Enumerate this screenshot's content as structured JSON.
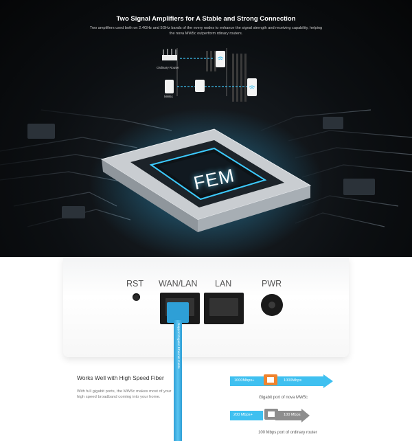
{
  "amplifiers": {
    "title": "Two Signal Amplifiers for A Stable and Strong Connection",
    "description": "Two amplifiers used both on 2.4GHz and 5GHz bands of the every nodes to enhance the signal strength and receiving capability, helping the nova MW5c outperform rdinary routers.",
    "diagram": {
      "ordinary_router_label": "Ordinary Router",
      "mw5c_label": "MW5c"
    },
    "chip_label": "FEM"
  },
  "device": {
    "ports": {
      "rst": "RST",
      "wan_lan": "WAN/LAN",
      "lan": "LAN",
      "pwr": "PWR"
    },
    "cable_text": "Support Gigabit Ethernet Cable"
  },
  "feature": {
    "title": "Works Well with High Speed Fiber",
    "description": "With full gigabit ports, the MW5c makes most of your high speed broadband coming into your home."
  },
  "comparison": {
    "gigabit": {
      "input": "1000Mbps+",
      "output": "1000Mbps",
      "caption": "Gigabit port of nova MW5c",
      "color": "#3fc0f0"
    },
    "ordinary": {
      "input": "200 Mbps+",
      "output": "100 Mbps",
      "caption": "100 Mbps port of ordinary router",
      "color": "#3fc0f0",
      "output_color": "#8d8d8d"
    }
  },
  "colors": {
    "accent": "#3fc0f0",
    "chip_glow": "#5ad3ff"
  }
}
